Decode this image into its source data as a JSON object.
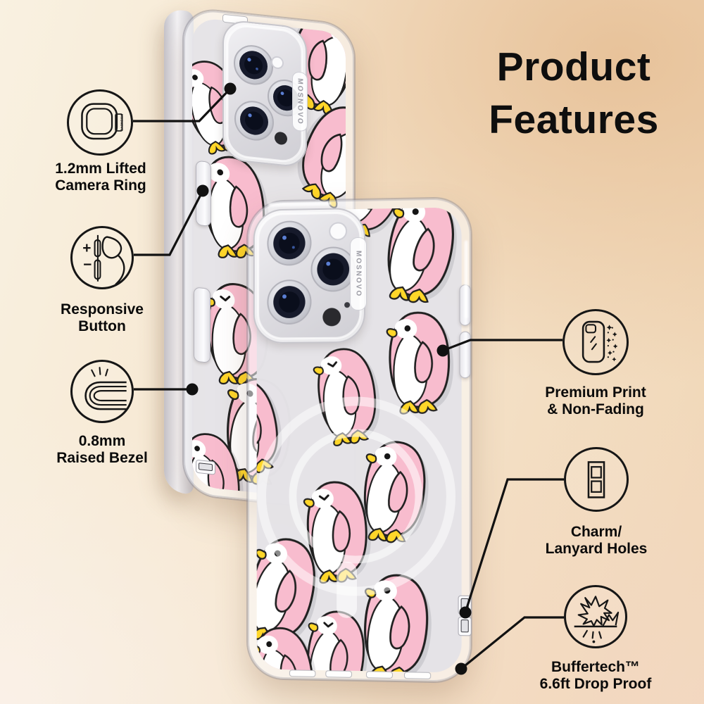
{
  "title": {
    "line1": "Product",
    "line2": "Features"
  },
  "brand": "MOSNOVO",
  "features": [
    {
      "id": "lifted-camera-ring",
      "line1": "1.2mm Lifted",
      "line2": "Camera Ring"
    },
    {
      "id": "responsive-button",
      "line1": "Responsive",
      "line2": "Button"
    },
    {
      "id": "raised-bezel",
      "line1": "0.8mm",
      "line2": "Raised Bezel"
    },
    {
      "id": "premium-print",
      "line1": "Premium Print",
      "line2": "& Non-Fading"
    },
    {
      "id": "charm-lanyard-holes",
      "line1": "Charm/",
      "line2": "Lanyard Holes"
    },
    {
      "id": "buffertech-drop-proof",
      "line1": "Buffertech™",
      "line2": "6.6ft Drop Proof"
    }
  ],
  "responsive_icon": {
    "plus": "+",
    "minus": "−"
  },
  "colors": {
    "penguin_pink": "#F8BCCE",
    "penguin_yellow": "#FFD629",
    "outline_black": "#1F1F1F",
    "callout_line": "#111111",
    "background_cream": "#F8F0E2",
    "background_peach": "#EDCFAC",
    "background_blush": "#F7E7DC"
  }
}
